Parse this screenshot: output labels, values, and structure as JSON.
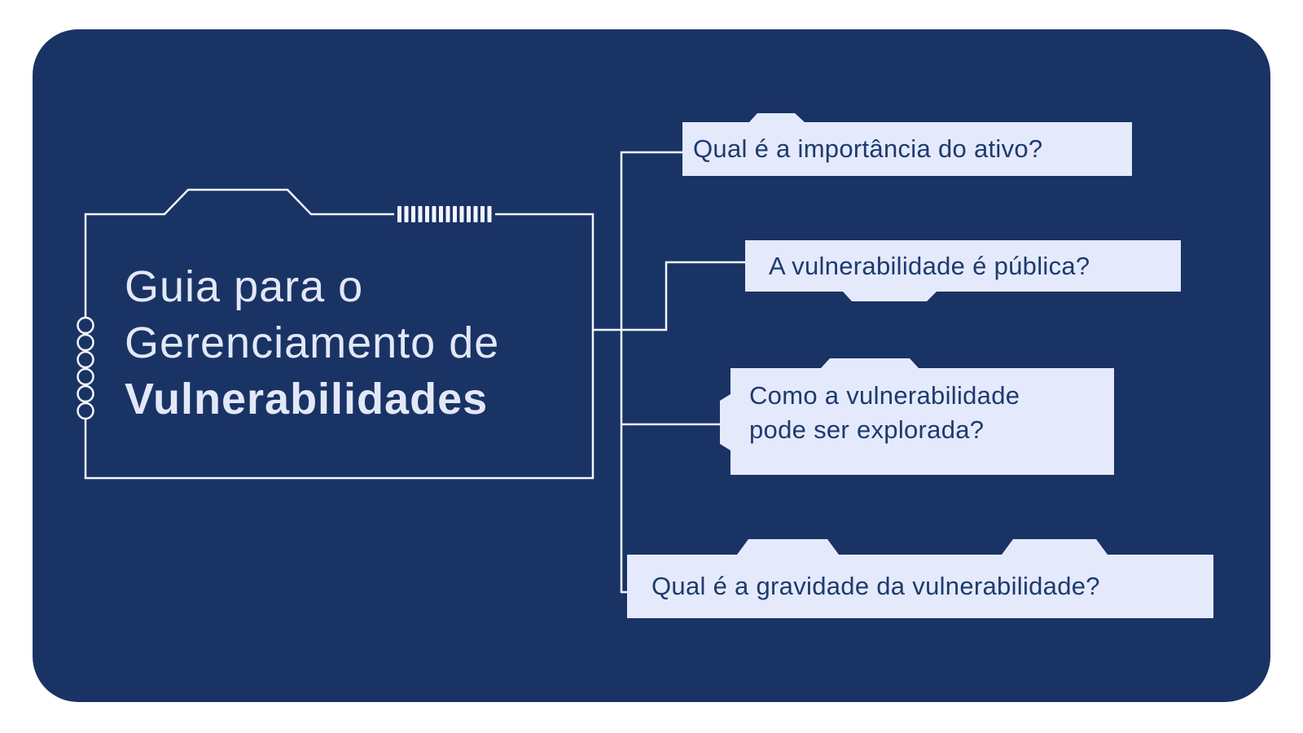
{
  "page": {
    "outer_background": "#ffffff",
    "panel_color": "#1a3365",
    "line_color": "#f2f6fe",
    "box_fill": "#e4eafb",
    "box_text_color": "#1e3a6e",
    "title_color": "#e2e8f7"
  },
  "title": {
    "line1": "Guia para o",
    "line2": "Gerenciamento de",
    "line3": "Vulnerabilidades"
  },
  "questions": [
    {
      "label": "Qual é a importância do ativo?"
    },
    {
      "label": "A vulnerabilidade é pública?"
    },
    {
      "label": "Como a vulnerabilidade pode ser explorada?",
      "line1": "Como a vulnerabilidade",
      "line2": "pode ser explorada?"
    },
    {
      "label": "Qual é a gravidade da vulnerabilidade?"
    }
  ],
  "decorations": {
    "dash_count": 14,
    "circle_count": 6
  }
}
